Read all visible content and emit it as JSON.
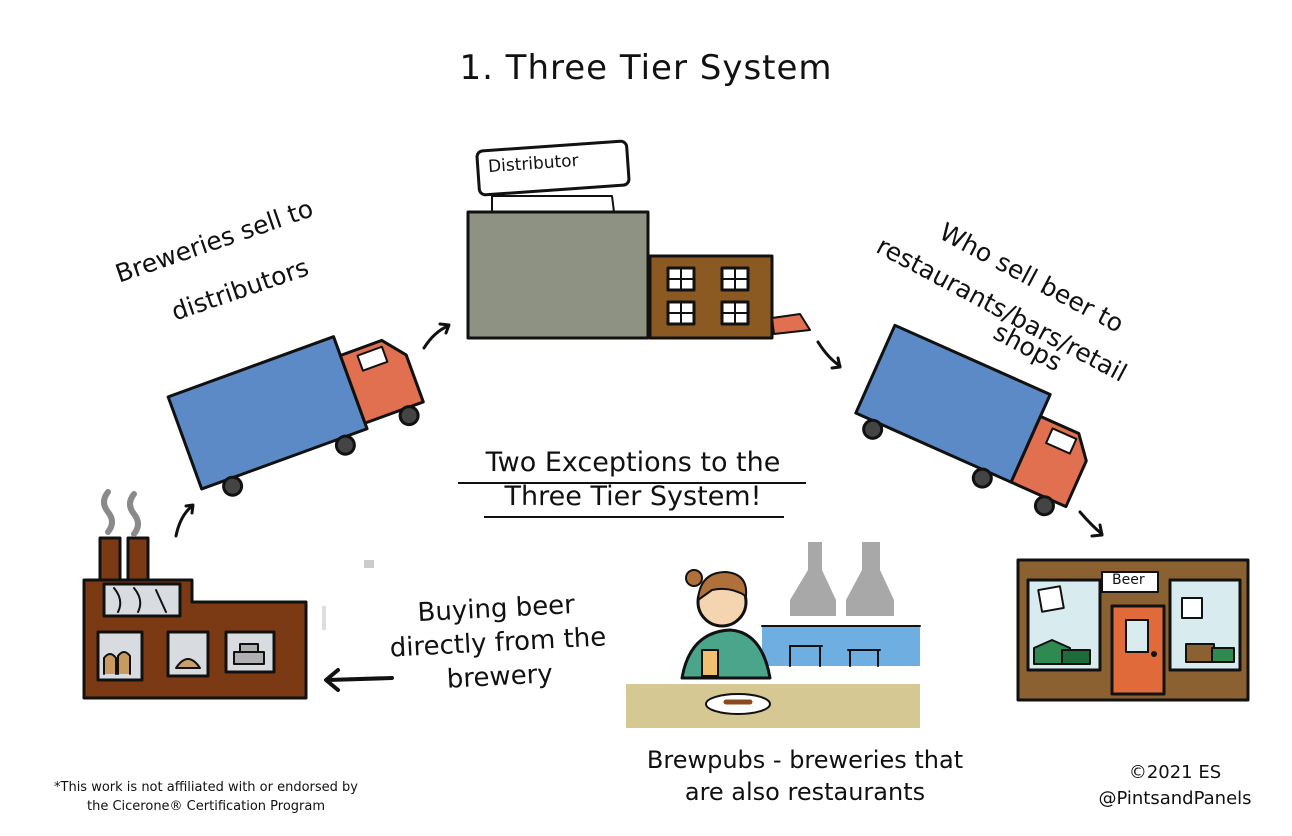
{
  "title": "1. Three Tier System",
  "steps": {
    "breweries_to_distributors": [
      "Breweries sell to",
      "distributors"
    ],
    "distributors_to_retail": [
      "Who sell beer to",
      "restaurants/bars/retail",
      "shops"
    ]
  },
  "exceptions_heading": [
    "Two Exceptions to the",
    "Three Tier System!"
  ],
  "exception_direct": [
    "Buying beer",
    "directly from the",
    "brewery"
  ],
  "exception_brewpub": [
    "Brewpubs - breweries that",
    "are also restaurants"
  ],
  "signs": {
    "distributor": "Distributor",
    "store": "Beer"
  },
  "disclaimer": [
    "*This work is not affiliated with or endorsed by",
    "the Cicerone® Certification Program"
  ],
  "credit": [
    "©2021 ES",
    "@PintsandPanels"
  ],
  "colors": {
    "truck_cargo": "#5b8ac6",
    "truck_cab": "#e07050",
    "brewery": "#7b3a14",
    "warehouse": "#8e9283",
    "distributor_office": "#8b5a22",
    "store": "#8b6131",
    "store_door": "#e06a3a",
    "counter": "#d6c892",
    "window_blue": "#6eaee0",
    "shirt_green": "#4aa58b"
  }
}
